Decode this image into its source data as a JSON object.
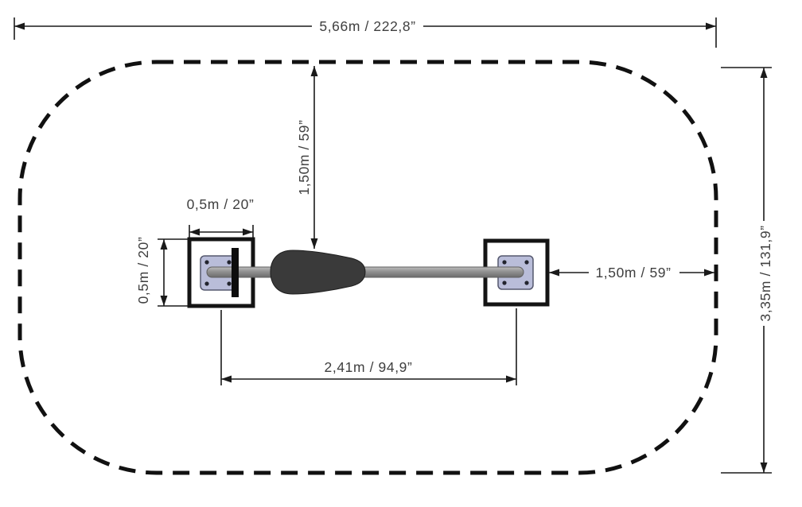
{
  "diagram": {
    "description": "Top view installation plan of playground balance equipment with dashed safety zone",
    "labels": {
      "overall_width": "5,66m / 222,8”",
      "overall_depth": "3,35m / 131,9”",
      "top_clearance": "1,50m / 59”",
      "side_clearance": "1,50m / 59”",
      "post_width": "0,5m / 20”",
      "post_depth": "0,5m / 20”",
      "post_spacing": "2,41m / 94,9”"
    },
    "colors": {
      "line": "#1a1a1a",
      "text": "#3f3f3f",
      "safety_zone_outline": "#111111",
      "beam": "#8d8d8d",
      "seat": "#3a3a3a",
      "mounting_plate": "#b9bdd9",
      "post_outline": "#141414"
    }
  }
}
